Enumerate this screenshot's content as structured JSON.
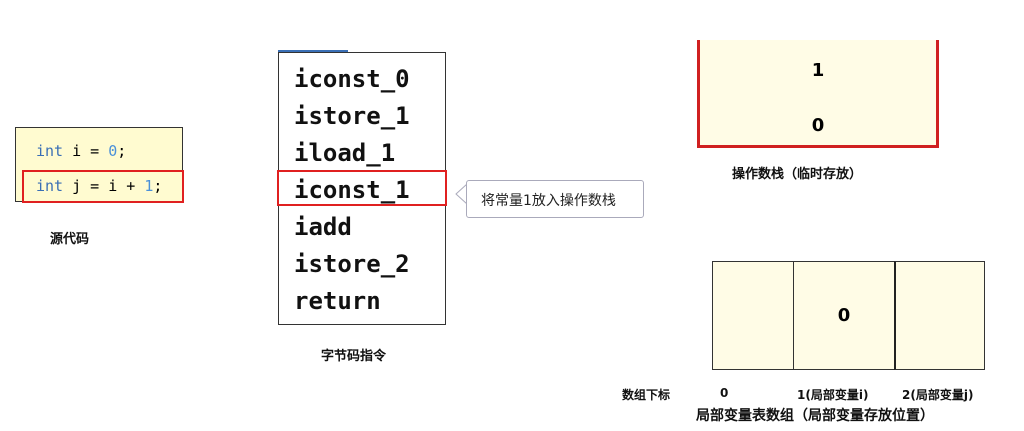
{
  "source": {
    "line1": {
      "kw": "int",
      "rest": " i = ",
      "num": "0",
      "end": ";"
    },
    "line2": {
      "kw": "int",
      "rest": " j = i + ",
      "num": "1",
      "end": ";"
    },
    "caption": "源代码"
  },
  "bytecode": {
    "instructions": [
      "iconst_0",
      "istore_1",
      "iload_1",
      "iconst_1",
      "iadd",
      "istore_2",
      "return"
    ],
    "highlighted_index": 3,
    "caption": "字节码指令"
  },
  "tooltip": "将常量1放入操作数栈",
  "operand_stack": {
    "values": [
      "1",
      "0"
    ],
    "caption": "操作数栈（临时存放）"
  },
  "local_vars": {
    "cells": [
      "",
      "0",
      ""
    ],
    "index_label": "数组下标",
    "indices": [
      "0",
      "1(局部变量i)",
      "2(局部变量j)"
    ],
    "caption": "局部变量表数组（局部变量存放位置）"
  },
  "colors": {
    "highlight": "#e02020",
    "cell_bg": "#fffce6"
  }
}
